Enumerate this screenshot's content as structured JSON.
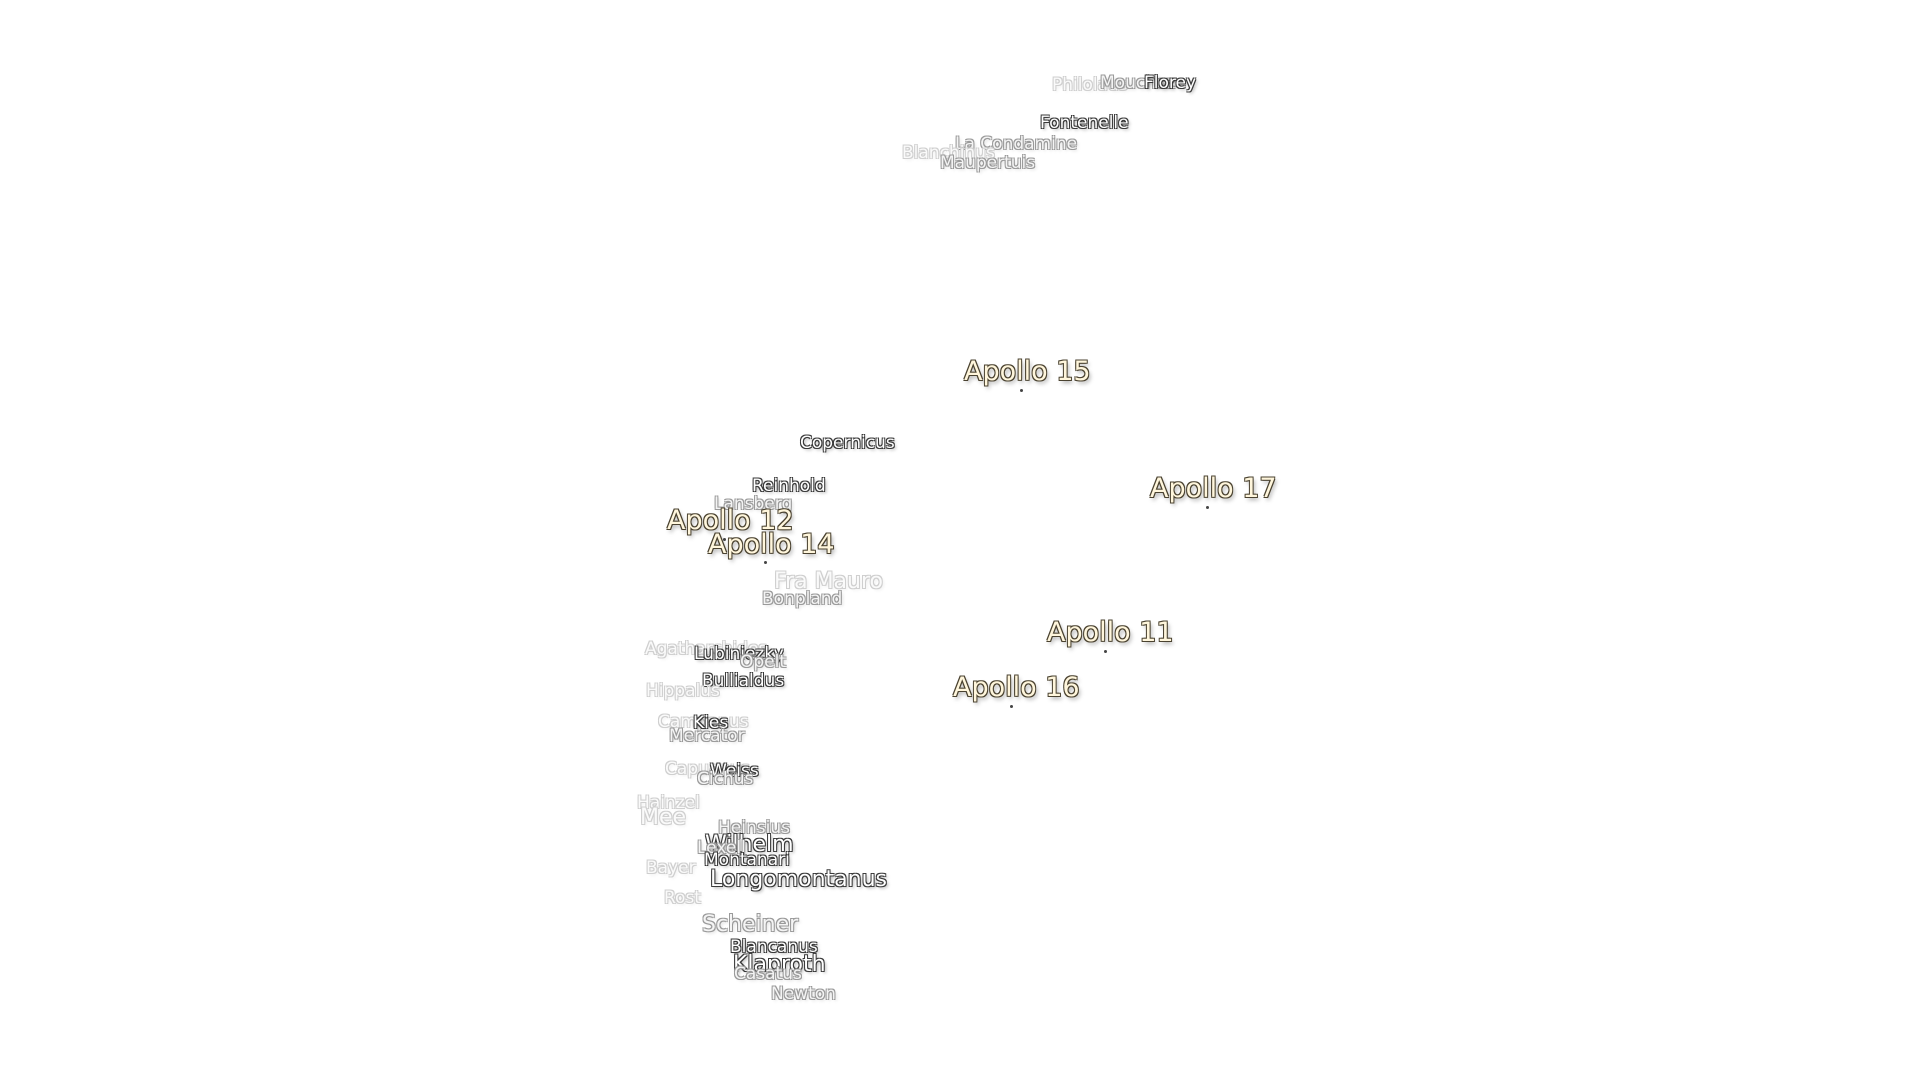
{
  "craters": [
    {
      "id": "philolaus",
      "name": "Philolaus"
    },
    {
      "id": "mouchez",
      "name": "Mouchez"
    },
    {
      "id": "florey",
      "name": "Florey"
    },
    {
      "id": "fontenelle",
      "name": "Fontenelle"
    },
    {
      "id": "la-condamine",
      "name": "La Condamine"
    },
    {
      "id": "blancanus-north",
      "name": "Blanchinus"
    },
    {
      "id": "maupertuis",
      "name": "Maupertuis"
    },
    {
      "id": "copernicus",
      "name": "Copernicus"
    },
    {
      "id": "reinhold",
      "name": "Reinhold"
    },
    {
      "id": "lansberg",
      "name": "Lansberg"
    },
    {
      "id": "fra-mauro",
      "name": "Fra Mauro"
    },
    {
      "id": "bonpland",
      "name": "Bonpland"
    },
    {
      "id": "agatharchides",
      "name": "Agatharchides"
    },
    {
      "id": "lubiniezky",
      "name": "Lubiniezky"
    },
    {
      "id": "opelt",
      "name": "Opelt"
    },
    {
      "id": "bullialdus",
      "name": "Bullialdus"
    },
    {
      "id": "hippalus",
      "name": "Hippalus"
    },
    {
      "id": "campanus",
      "name": "Campanus"
    },
    {
      "id": "kies",
      "name": "Kies"
    },
    {
      "id": "mercator",
      "name": "Mercator"
    },
    {
      "id": "capuanus",
      "name": "Capuanus"
    },
    {
      "id": "weiss",
      "name": "Weiss"
    },
    {
      "id": "cichus",
      "name": "Cichus"
    },
    {
      "id": "hainzel",
      "name": "Hainzel"
    },
    {
      "id": "mee",
      "name": "Mee"
    },
    {
      "id": "heinsius",
      "name": "Heinsius"
    },
    {
      "id": "wilhelm",
      "name": "Wilhelm"
    },
    {
      "id": "lexell",
      "name": "Lexell"
    },
    {
      "id": "montanari",
      "name": "Montanari"
    },
    {
      "id": "bayer",
      "name": "Bayer"
    },
    {
      "id": "longomontanus",
      "name": "Longomontanus"
    },
    {
      "id": "rost",
      "name": "Rost"
    },
    {
      "id": "scheiner",
      "name": "Scheiner"
    },
    {
      "id": "blancanus",
      "name": "Blancanus"
    },
    {
      "id": "klaproth",
      "name": "Klaproth"
    },
    {
      "id": "casatus",
      "name": "Casatus"
    },
    {
      "id": "newton",
      "name": "Newton"
    }
  ],
  "landing_sites": [
    {
      "id": "apollo-15",
      "name": "Apollo 15"
    },
    {
      "id": "apollo-17",
      "name": "Apollo 17"
    },
    {
      "id": "apollo-12",
      "name": "Apollo 12"
    },
    {
      "id": "apollo-14",
      "name": "Apollo 14"
    },
    {
      "id": "apollo-11",
      "name": "Apollo 11"
    },
    {
      "id": "apollo-16",
      "name": "Apollo 16"
    }
  ]
}
